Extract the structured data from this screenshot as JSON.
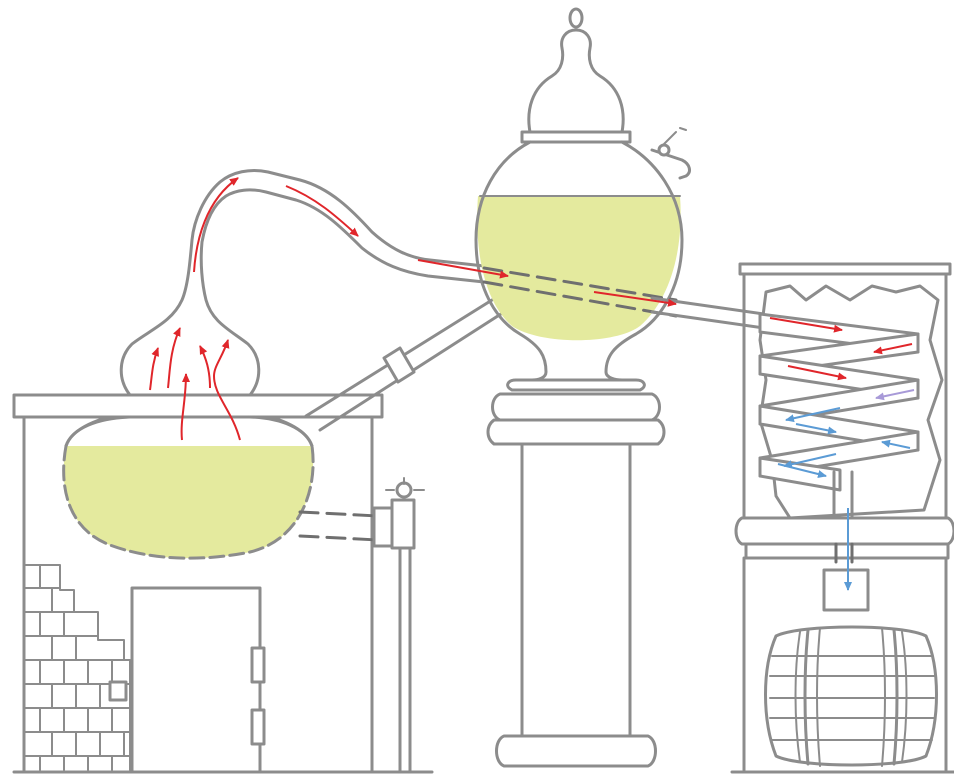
{
  "diagram": {
    "components": [
      "furnace",
      "boiler",
      "swan-neck",
      "lyne-arm",
      "preheater",
      "column",
      "condenser",
      "worm-coil",
      "receiver",
      "barrel"
    ]
  },
  "colors": {
    "line": "#8c8c8c",
    "liquid": "#e4ea9e",
    "hot_flow": "#e0262b",
    "cold_flow": "#5b9bd5",
    "transition_flow": "#a89ad8",
    "dashed_pipe": "#6f6f6f"
  }
}
